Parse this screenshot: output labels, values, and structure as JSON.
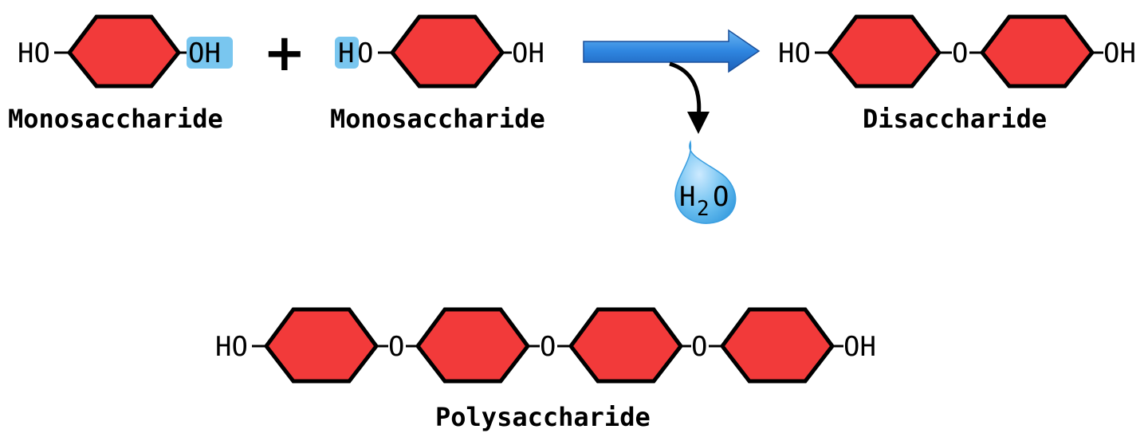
{
  "monomer_left": {
    "left_group": "HO",
    "right_group": "OH",
    "caption": "Monosaccharide"
  },
  "plus_sign": "+",
  "monomer_right": {
    "left_group_h": "H",
    "left_group_o": "O",
    "right_group": "OH",
    "caption": "Monosaccharide"
  },
  "disaccharide": {
    "left_group": "HO",
    "link": "O",
    "right_group": "OH",
    "caption": "Disaccharide"
  },
  "water": {
    "h": "H",
    "sub": "2",
    "o": "O"
  },
  "polysaccharide": {
    "left_group": "HO",
    "links": [
      "O",
      "O",
      "O"
    ],
    "right_group": "OH",
    "caption": "Polysaccharide"
  },
  "colors": {
    "ring": "#f23a3a",
    "highlight": "#79c6ef",
    "arrow": "#2f86e0",
    "water": "#5fb8ee"
  }
}
